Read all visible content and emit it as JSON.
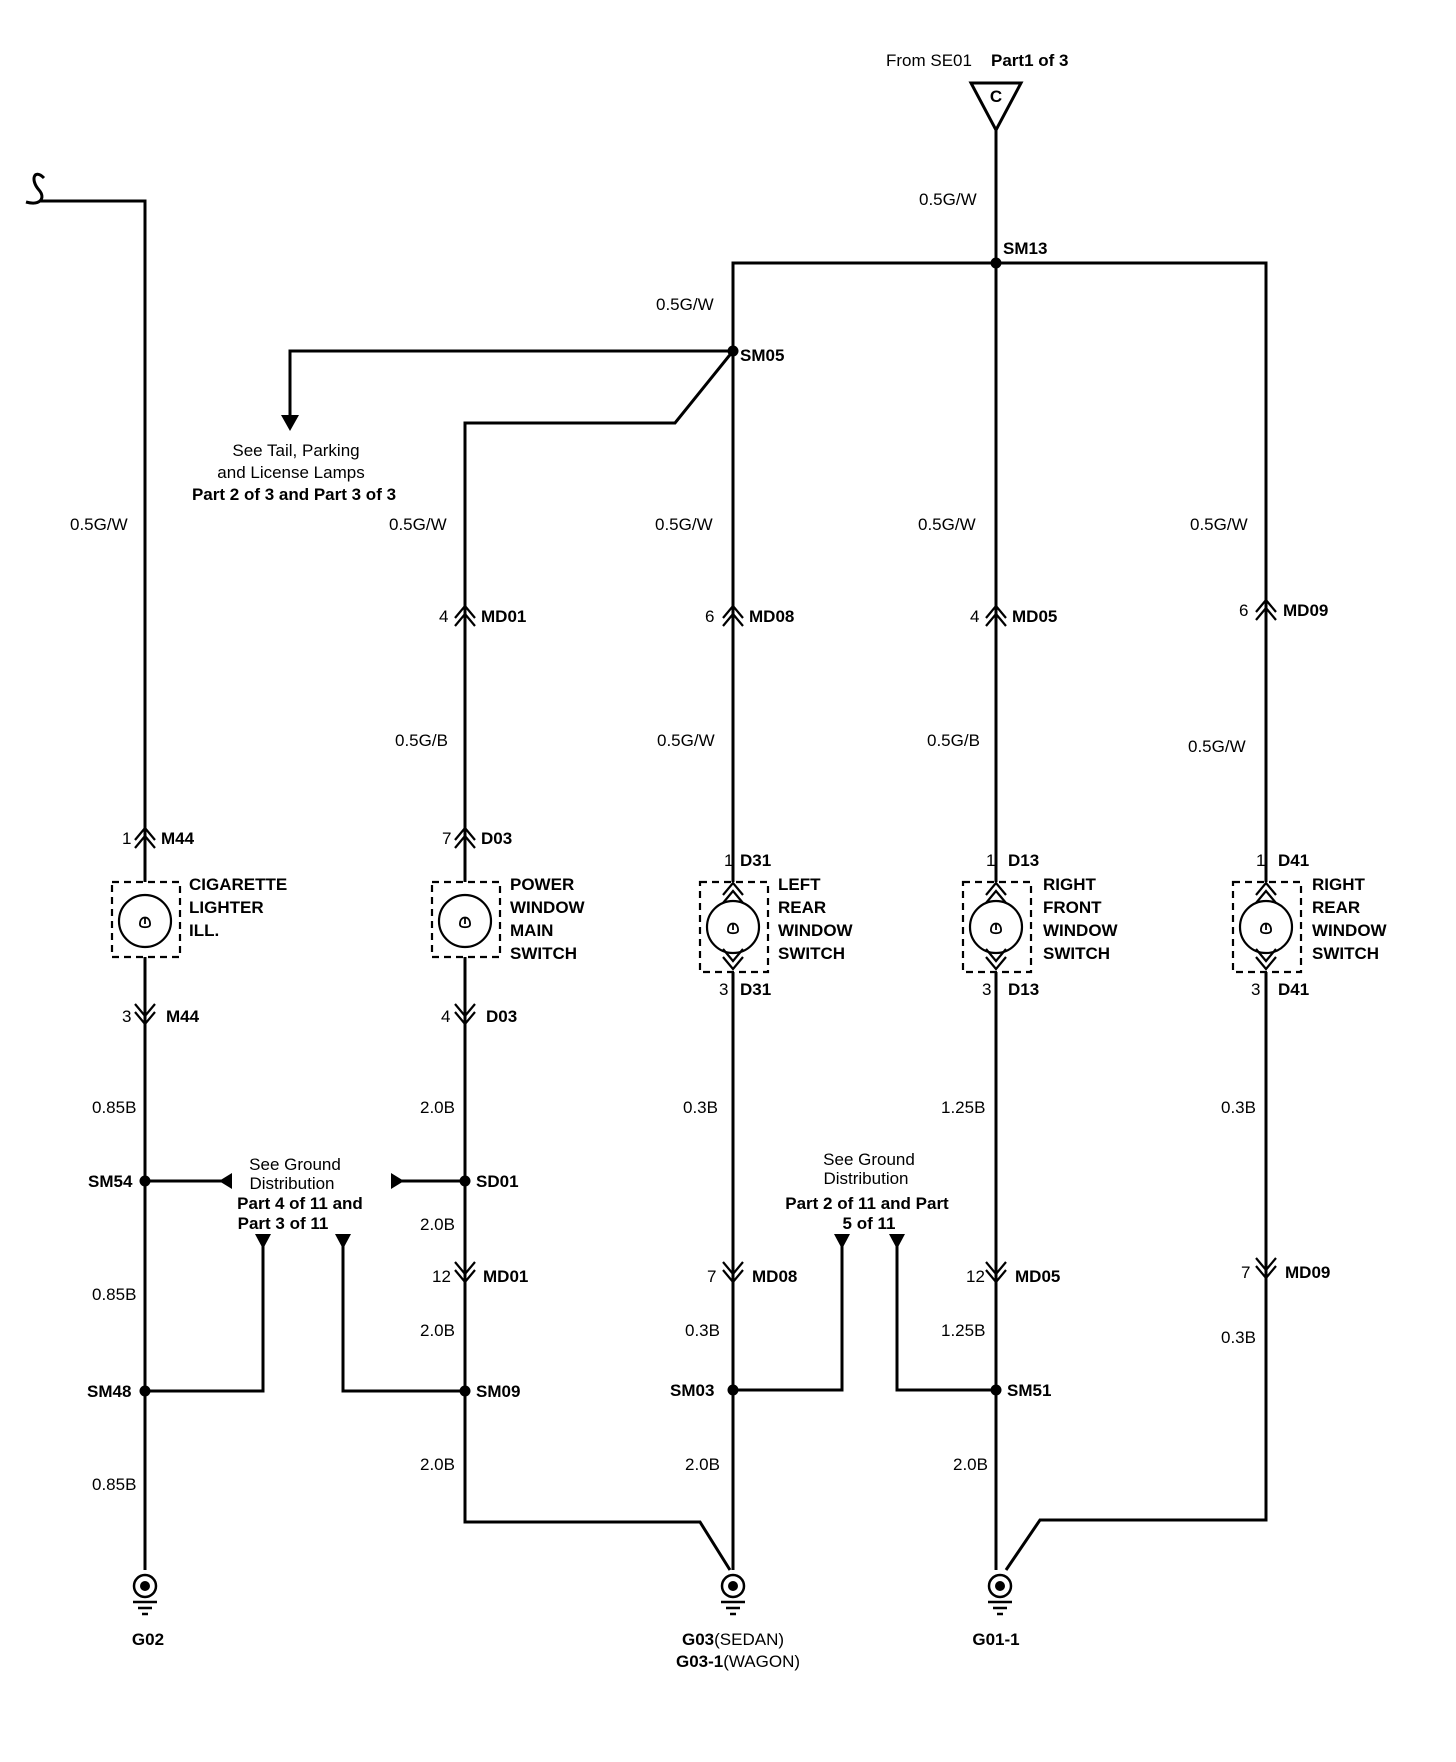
{
  "source_ref": {
    "from": "From SE01",
    "part": "Part1 of 3",
    "connector": "C"
  },
  "wires": {
    "gw": "0.5G/W",
    "gb": "0.5G/B",
    "b085": "0.85B",
    "b20": "2.0B",
    "b03": "0.3B",
    "b125": "1.25B"
  },
  "splices": {
    "sm13": "SM13",
    "sm05": "SM05",
    "sm54": "SM54",
    "sd01": "SD01",
    "sm48": "SM48",
    "sm09": "SM09",
    "sm03": "SM03",
    "sm51": "SM51"
  },
  "connectors": {
    "md01": "MD01",
    "md08": "MD08",
    "md05": "MD05",
    "md09": "MD09",
    "m44": "M44",
    "d03": "D03",
    "d31": "D31",
    "d13": "D13",
    "d41": "D41"
  },
  "pins": {
    "p1": "1",
    "p3": "3",
    "p4": "4",
    "p6": "6",
    "p7": "7",
    "p12": "12"
  },
  "components": {
    "cig": [
      "CIGARETTE",
      "LIGHTER",
      "ILL."
    ],
    "pwm": [
      "POWER",
      "WINDOW",
      "MAIN",
      "SWITCH"
    ],
    "lrw": [
      "LEFT",
      "REAR",
      "WINDOW",
      "SWITCH"
    ],
    "rfw": [
      "RIGHT",
      "FRONT",
      "WINDOW",
      "SWITCH"
    ],
    "rrw": [
      "RIGHT",
      "REAR",
      "WINDOW",
      "SWITCH"
    ]
  },
  "notes": {
    "tail": [
      "See Tail, Parking",
      "and License Lamps",
      "Part 2 of 3 and Part 3 of 3"
    ],
    "gnd1": [
      "See Ground",
      "Distribution",
      "Part 4 of 11 and",
      "Part 3 of 11"
    ],
    "gnd2": [
      "See Ground",
      "Distribution",
      "Part 2 of 11 and Part",
      "5 of 11"
    ]
  },
  "grounds": {
    "g02": "G02",
    "g03": "G03",
    "g03_suffix": "(SEDAN)",
    "g031": "G03-1",
    "g031_suffix": "(WAGON)",
    "g011": "G01-1"
  }
}
